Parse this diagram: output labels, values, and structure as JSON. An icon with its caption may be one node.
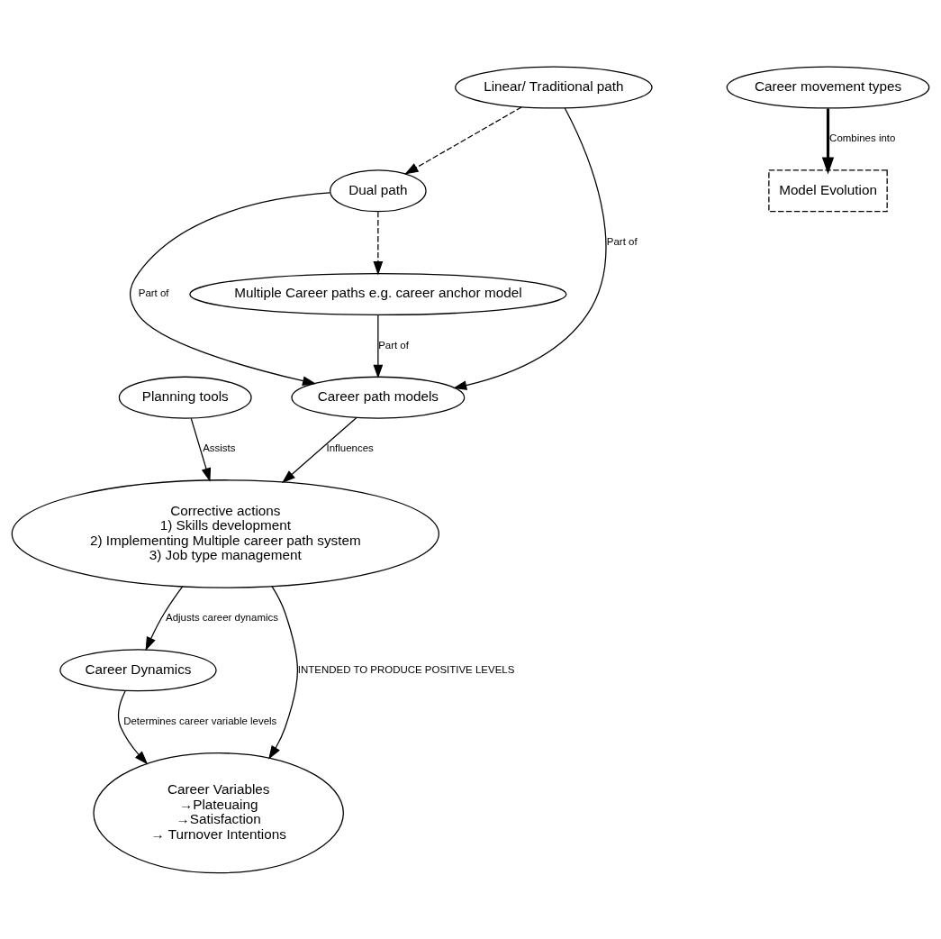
{
  "diagram": {
    "nodes": [
      {
        "text": [
          "Planning tools"
        ]
      },
      {
        "text": [
          "Career movement types"
        ]
      },
      {
        "text": [
          "Linear/ Traditional path"
        ]
      },
      {
        "text": [
          "Dual path"
        ]
      },
      {
        "text": [
          "Model Evolution"
        ]
      },
      {
        "text": [
          "Corrective actions",
          "1) Skills development",
          "2) Implementing Multiple career path system",
          "3) Job type management"
        ]
      },
      {
        "text": [
          "Career path models"
        ]
      },
      {
        "text": [
          "Multiple Career paths e.g. career anchor model"
        ]
      },
      {
        "text": [
          "Career Dynamics"
        ]
      },
      {
        "text": [
          "Career Variables",
          "→Plateuaing",
          "→Satisfaction",
          "→ Turnover Intentions"
        ]
      }
    ],
    "edges": [
      {
        "from": 0,
        "to": 5,
        "arrow": "to",
        "label": "Assists"
      },
      {
        "from": 1,
        "to": 4,
        "arrow": "to",
        "label": "Combines into",
        "style": "thick"
      },
      {
        "from": 2,
        "to": 3,
        "arrow": "to",
        "style": "dashed"
      },
      {
        "from": 3,
        "to": 7,
        "arrow": "to",
        "style": "dashed"
      },
      {
        "from": 2,
        "to": 6,
        "arrow": "to",
        "label": "Part of"
      },
      {
        "from": 3,
        "to": 6,
        "arrow": "to",
        "label": "Part of"
      },
      {
        "from": 7,
        "to": 6,
        "arrow": "to",
        "label": "Part of"
      },
      {
        "from": 6,
        "to": 5,
        "arrow": "to",
        "label": "Influences"
      },
      {
        "from": 5,
        "to": 8,
        "arrow": "to",
        "label": "Adjusts career dynamics"
      },
      {
        "from": 8,
        "to": 9,
        "arrow": "to",
        "label": "Determines career variable levels"
      },
      {
        "from": 5,
        "to": 9,
        "arrow": "to",
        "label": "INTENDED TO PRODUCE POSITIVE LEVELS"
      }
    ]
  }
}
